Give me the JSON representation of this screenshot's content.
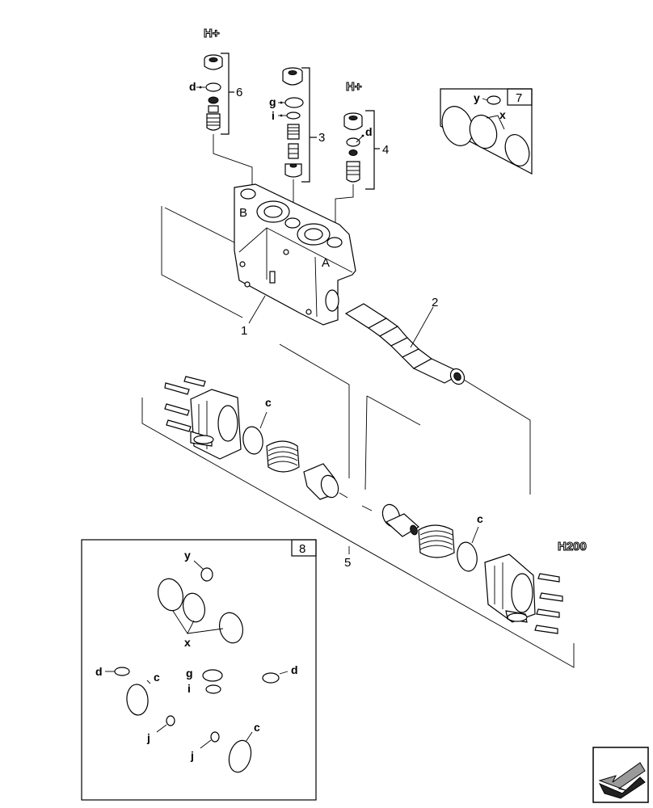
{
  "labels": {
    "h_plus_left": "H+",
    "h_plus_right": "H+",
    "h200": "H200",
    "callout_1": "1",
    "callout_2": "2",
    "callout_3": "3",
    "callout_4": "4",
    "callout_5": "5",
    "callout_6": "6",
    "box7_number": "7",
    "box8_number": "8",
    "d_upper_left": "d",
    "g_upper": "g",
    "i_upper": "i",
    "d_upper_right": "d",
    "c_left": "c",
    "c_right": "c",
    "y_box7": "y",
    "x_box7": "x",
    "y_box8": "y",
    "x_box8": "x",
    "d_box8_left": "d",
    "c_box8_upper": "c",
    "g_box8": "g",
    "i_box8": "i",
    "d_box8_right": "d",
    "j_box8_left": "j",
    "j_box8_right": "j",
    "c_box8_lower": "c"
  }
}
